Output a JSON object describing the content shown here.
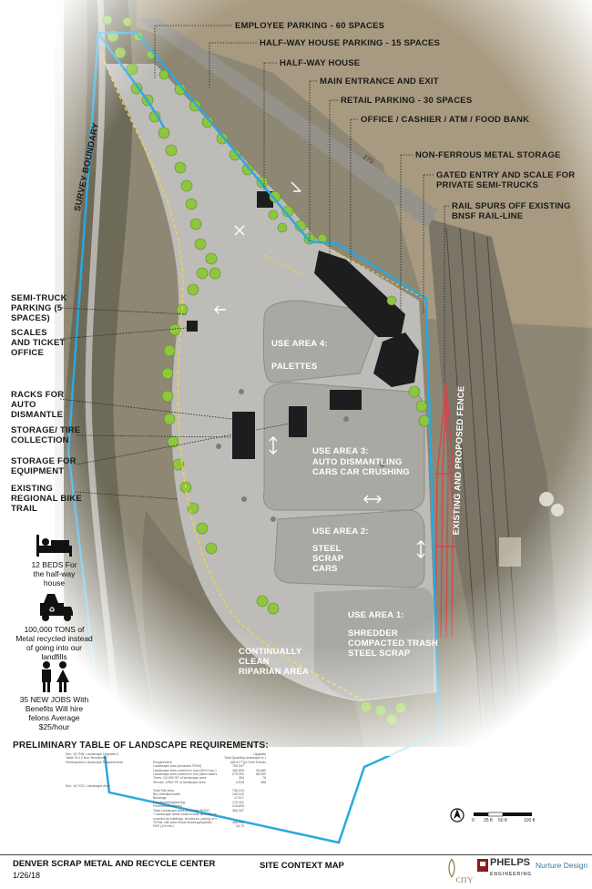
{
  "title": "SITE CONTEXT MAP",
  "project": {
    "name": "DENVER SCRAP METAL AND RECYCLE CENTER",
    "date": "1/26/18"
  },
  "callouts_right": [
    "EMPLOYEE PARKING - 60 SPACES",
    "HALF-WAY HOUSE PARKING - 15 SPACES",
    "HALF-WAY HOUSE",
    "MAIN ENTRANCE AND EXIT",
    "RETAIL PARKING - 30 SPACES",
    "OFFICE / CASHIER / ATM / FOOD BANK",
    "NON-FERROUS METAL STORAGE",
    "GATED ENTRY AND SCALE FOR",
    "PRIVATE SEMI-TRUCKS",
    "RAIL SPURS OFF EXISTING",
    "BNSF RAIL-LINE"
  ],
  "callouts_left": [
    "SEMI-TRUCK PARKING (5 SPACES)",
    "SCALES AND TICKET OFFICE",
    "RACKS FOR AUTO DISMANTLE",
    "STORAGE/ TIRE COLLECTION",
    "STORAGE FOR EQUIPMENT",
    "EXISTING REGIONAL BIKE TRAIL"
  ],
  "use_areas": [
    {
      "name": "USE AREA 4:",
      "desc": "PALETTES"
    },
    {
      "name": "USE AREA 3:",
      "desc": "AUTO DISMANTLING CARS CAR CRUSHING"
    },
    {
      "name": "USE AREA 2:",
      "desc": "STEEL SCRAP CARS"
    },
    {
      "name": "USE AREA 1:",
      "desc": "SHREDDER COMPACTED TRASH STEEL SCRAP"
    }
  ],
  "map_labels": {
    "survey_boundary": "SURVEY BOUNDARY",
    "fence": "EXISTING AND PROPOSED FENCE",
    "riparian": "CONTINUALLY CLEAN RIPARIAN AREA",
    "road": "270"
  },
  "stats": [
    {
      "icon": "bed-icon",
      "text": "12 BEDS For the half-way house"
    },
    {
      "icon": "recycling-truck-icon",
      "text": "100,000 TONS of Metal recycled instead of going into our landfills"
    },
    {
      "icon": "people-icon",
      "text": "35 NEW JOBS With Benefits Will hire felons Average $25/hour"
    }
  ],
  "table": {
    "heading": "PRELIMINARY TABLE OF LANDSCAPE REQUIREMENTS:",
    "rows": [
      [
        "Sec. 10.7NN. Landscape Upgrade &",
        "",
        "",
        "Upgrade"
      ],
      [
        "Table 10-13 Non-Residential",
        "",
        "Total Quantity",
        "Landscape to 25%"
      ],
      [
        "Development Landscape Requirements",
        "Requirement",
        "(68.8 FT)",
        "(# Over Existing)"
      ],
      [
        "",
        "Landscape area (excludes ROW)",
        "765,347",
        ""
      ],
      [
        "",
        "Landscape area covered in sod (30% max.)",
        "182,699",
        "45,882"
      ],
      [
        "",
        "Landscape area covered in live plant material (75% min.)",
        "275,991",
        "68,950"
      ],
      [
        "",
        "Trees: 1/2,500 SF of landscape area",
        "354",
        "78"
      ],
      [
        "",
        "Shrubs: 1/300 SF of landscape area",
        "2,518",
        "366"
      ],
      [
        "Sec. 10.7GG. Landscape Area",
        "",
        "",
        ""
      ],
      [
        "",
        "Total Site Area",
        "736,414",
        ""
      ],
      [
        "",
        "Bio-retention/water",
        "108,319",
        ""
      ],
      [
        "",
        "Buildings",
        "17,917",
        ""
      ],
      [
        "",
        "Roads/parking/paving",
        "175,301",
        ""
      ],
      [
        "",
        "Pavement/Retained",
        "218,809",
        ""
      ],
      [
        "",
        "Total Landscape area (excludes ROW)",
        "365,347",
        ""
      ],
      [
        "",
        "* Landscape areas shall include all areas on a site that are not",
        "",
        ""
      ],
      [
        "",
        "  covered by buildings, structures, paving or impervious surfaces",
        "",
        ""
      ],
      [
        "",
        "",
        "",
        ""
      ],
      [
        "",
        "TOTAL site area minus floodway/riparian",
        "468,999",
        ""
      ],
      [
        "",
        "FAR (1% min.)",
        "18.75",
        ""
      ]
    ]
  },
  "scale_bar": {
    "ticks": [
      "0",
      "25 ft",
      "50 ft",
      "100 ft"
    ]
  },
  "logos": {
    "city": "CITY",
    "engineering": "PHELPS",
    "engineering_sub": "ENGINEERING",
    "design": "Nurture Design"
  }
}
